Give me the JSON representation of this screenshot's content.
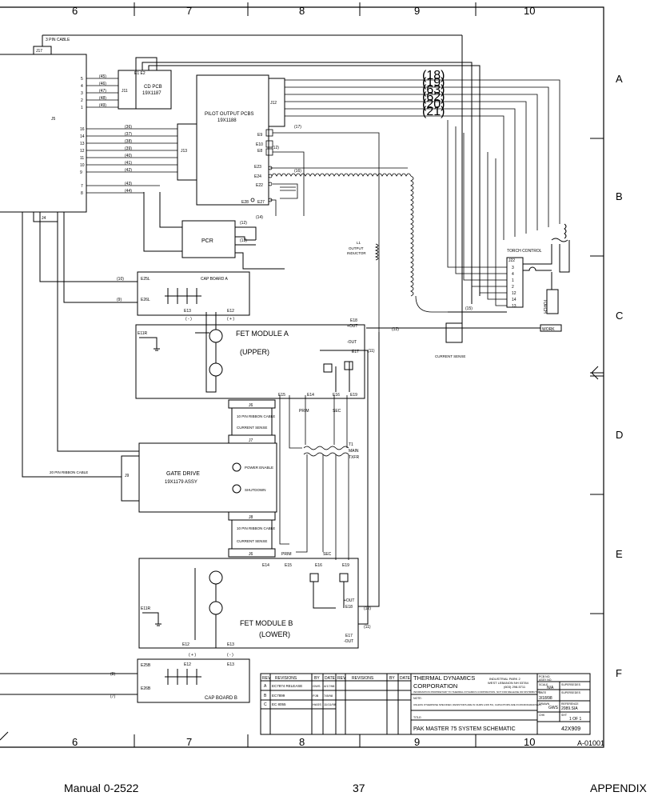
{
  "grid": {
    "columns": [
      "6",
      "7",
      "8",
      "9",
      "10"
    ],
    "rows": [
      "A",
      "B",
      "C",
      "D",
      "E",
      "F"
    ],
    "drawing_code": "A-01001"
  },
  "labels": {
    "pin3_cable": "3 PIN CABLE",
    "j17": "J17",
    "j5": "J5",
    "j4": "J4",
    "j11": "J11",
    "cd_pcb": "CD PCB",
    "cd_pcb_part": "19X1187",
    "e1e2": "E1 E2",
    "pilot_pcb": "PILOT OUTPUT PCBS",
    "pilot_pcb_part": "19X1188",
    "j12": "J12",
    "j13": "J13",
    "pcr": "PCR",
    "e9": "E9",
    "e10": "E10",
    "e8": "E8",
    "e23": "E23",
    "e24": "E24",
    "e22": "E22",
    "e28": "E28",
    "e27": "E27",
    "l1": "L1",
    "l1_desc1": "OUTPUT",
    "l1_desc2": "INDUCTOR",
    "torch_control": "TORCH CONTROL",
    "j22": "J22",
    "torch": "TORCH",
    "work": "WORK",
    "current_sense": "CURRENT SENSE",
    "cap_board_a": "CAP BOARD A",
    "cap_board_b": "CAP BOARD B",
    "e25l": "E25L",
    "e26l": "E26L",
    "e25b": "E25B",
    "e26b": "E26B",
    "e13": "E13",
    "e12": "E12",
    "minus": "( - )",
    "plus": "( + )",
    "fet_a": "FET MODULE A",
    "fet_a_sub": "(UPPER)",
    "fet_b": "FET MODULE B",
    "fet_b_sub": "(LOWER)",
    "e11r": "E11R",
    "e18": "E18",
    "e17": "E17",
    "e15": "E15",
    "e14": "E14",
    "e16": "E16",
    "e19": "E19",
    "out_pos": "+OUT",
    "out_neg": "-OUT",
    "prim": "PRIM",
    "sec": "SEC",
    "t1": "T1",
    "t1_main": "MAIN",
    "t1_txfr": "TXFR",
    "j6": "J6",
    "j7": "J7",
    "j8": "J8",
    "ribbon_10": "10 PIN RIBBON CABLE",
    "ribbon_current": "CURRENT SENSE",
    "j9": "J9",
    "ribbon_20": "20 PIN RIBBON CABLE",
    "gate_drive": "GATE DRIVE",
    "gate_drive_part": "19X1179 ASSY",
    "power_enable": "POWER ENABLE",
    "shutdown": "SHUTDOWN",
    "w10": "(10)",
    "w9": "(9)",
    "w8": "(8)",
    "w7": "(7)",
    "w12": "(12)",
    "w11": "(11)",
    "w13": "(13)",
    "w14": "(14)",
    "w15": "(15)",
    "w16": "(16)",
    "w17": "(17)"
  },
  "wire_numbers": {
    "j11_side": [
      "(45)",
      "(46)",
      "(47)",
      "(48)",
      "(49)"
    ],
    "j13_side": [
      "(36)",
      "(37)",
      "(38)",
      "(39)",
      "(40)",
      "(41)",
      "(42)"
    ],
    "j5_bottom": [
      "(43)",
      "(44)"
    ],
    "j12_side": [
      "(18)",
      "(19)",
      "(63)",
      "(62)",
      "(20)",
      "(21)"
    ],
    "j5_pins_top": [
      "5",
      "4",
      "3",
      "2",
      "1"
    ],
    "j5_pins_mid": [
      "16",
      "14",
      "13",
      "12",
      "11",
      "10",
      "9"
    ],
    "j5_pins_bot": [
      "7",
      "8"
    ],
    "j22_pins": [
      "3",
      "4",
      "1",
      "2",
      "12",
      "14",
      "13"
    ]
  },
  "title_block": {
    "col_rev": "REV",
    "col_revisions": "REVISIONS",
    "col_by": "BY",
    "col_date": "DATE",
    "rev_rows": [
      {
        "rev": "A",
        "desc": "EC7874 RELEASE",
        "by": "GWS",
        "date": "4/17/98"
      },
      {
        "rev": "B",
        "desc": "EC7899",
        "by": "PJB",
        "date": "7/8/98"
      },
      {
        "rev": "C",
        "desc": "EC 8055",
        "by": "HASS",
        "date": "11/11/98"
      }
    ],
    "company": "THERMAL DYNAMICS",
    "company2": "CORPORATION",
    "address1": "INDUSTRIAL PARK 2",
    "address2": "WEST LEBANON NH 03784",
    "phone": "(603) 298-5711",
    "notice": "INFORMATION PROPRIETARY TO THERMAL DYNAMICS CORPORATION. NOT FOR RELEASE OR DISTRIBUTION.",
    "note_label": "NOTE:",
    "note": "UNLESS OTHERWISE SPECIFIED, RESISTORS ARE IN OHMS 1/4W 5%, CAPACITORS ARE IN MICROFARADS(uF).",
    "title_label": "TITLE:",
    "title": "PAK MASTER 75 SYSTEM SCHEMATIC",
    "pcb_no_label": "PCB NO.",
    "assy_no_label": "ASSY NO.",
    "scale_label": "SCALE",
    "scale": "N/A",
    "date_label": "DATE",
    "date": "3/18/98",
    "drawn_label": "DRAWN",
    "drawn": "GWS",
    "chk_label": "CHK",
    "supersedes_label": "SUPERSEDES",
    "reference_label": "REFERENCE",
    "reference": "2089.SIA",
    "sheet_label": "SHT",
    "sheet": "1 OF 1",
    "dwg_no": "42X909"
  },
  "footer": {
    "left": "Manual 0-2522",
    "center": "37",
    "right": "APPENDIX"
  }
}
